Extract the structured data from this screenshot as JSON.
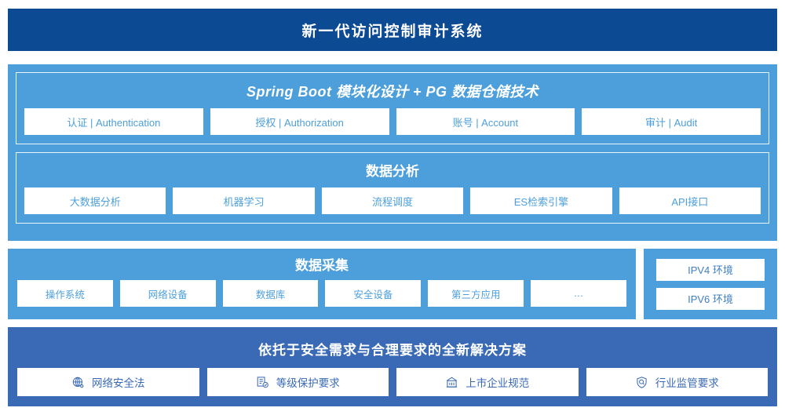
{
  "header": {
    "title": "新一代访问控制审计系统",
    "bg_color": "#0d4a94"
  },
  "colors": {
    "panel_blue": "#4d9fdb",
    "header_navy": "#0d4a94",
    "solution_blue": "#3a6ab5",
    "chip_text": "#4d9fdb",
    "chip_bg": "#ffffff"
  },
  "application_layer": {
    "spring_boot": {
      "title": "Spring Boot 模块化设计 + PG 数据仓储技术",
      "items": [
        {
          "label": "认证 | Authentication"
        },
        {
          "label": "授权 | Authorization"
        },
        {
          "label": "账号 | Account"
        },
        {
          "label": "审计 | Audit"
        }
      ]
    },
    "data_analysis": {
      "title": "数据分析",
      "items": [
        {
          "label": "大数据分析"
        },
        {
          "label": "机器学习"
        },
        {
          "label": "流程调度"
        },
        {
          "label": "ES检索引擎"
        },
        {
          "label": "API接口"
        }
      ]
    }
  },
  "data_collection": {
    "title": "数据采集",
    "items": [
      {
        "label": "操作系统"
      },
      {
        "label": "网络设备"
      },
      {
        "label": "数据库"
      },
      {
        "label": "安全设备"
      },
      {
        "label": "第三方应用"
      },
      {
        "label": "…"
      }
    ],
    "environments": [
      {
        "label": "IPV4 环境"
      },
      {
        "label": "IPV6 环境"
      }
    ]
  },
  "solution": {
    "title": "依托于安全需求与合理要求的全新解决方案",
    "items": [
      {
        "label": "网络安全法",
        "icon": "globe-network-icon"
      },
      {
        "label": "等级保护要求",
        "icon": "document-check-icon"
      },
      {
        "label": "上市企业规范",
        "icon": "bank-building-icon"
      },
      {
        "label": "行业监管要求",
        "icon": "shield-search-icon"
      }
    ]
  }
}
